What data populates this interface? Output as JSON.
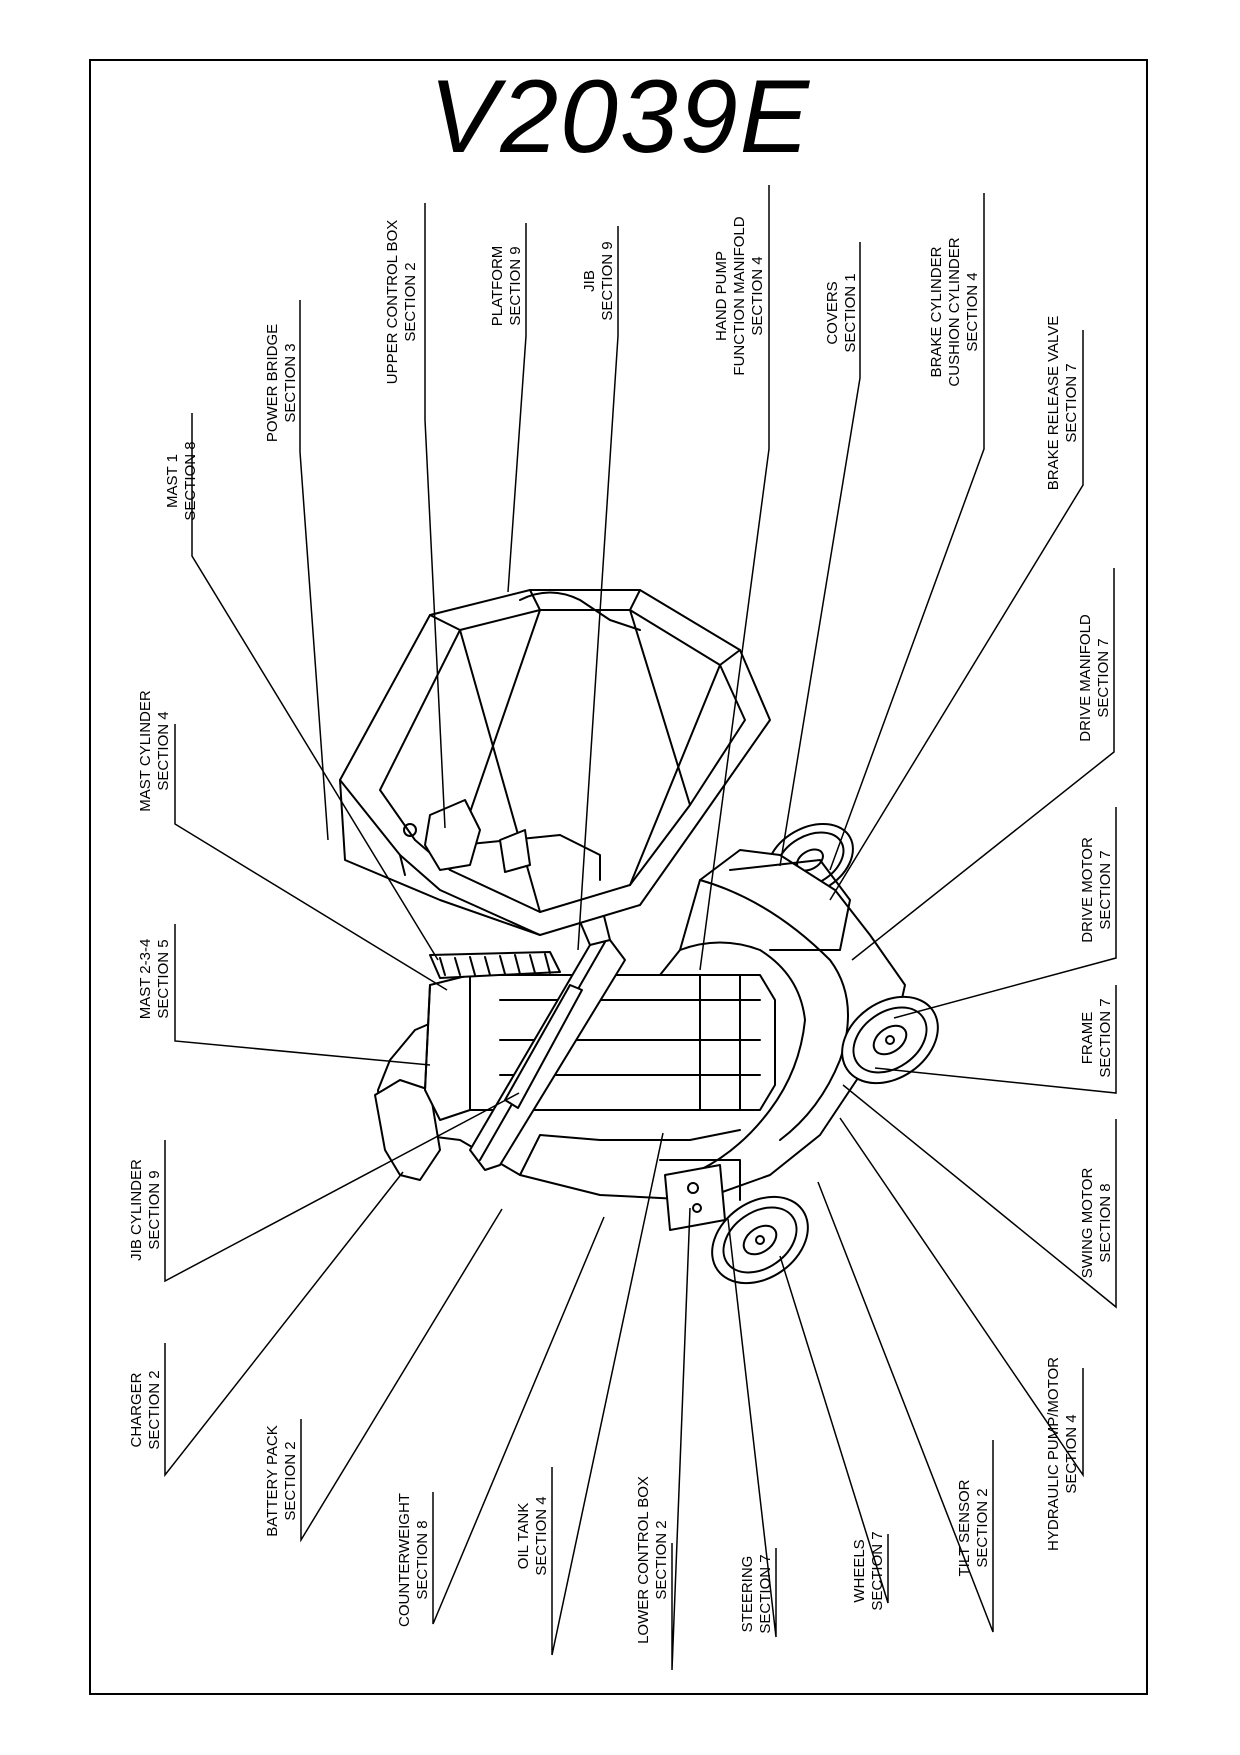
{
  "title": "V2039E",
  "callouts": {
    "mast_1": {
      "name": "MAST 1",
      "section": "SECTION 8"
    },
    "power_bridge": {
      "name": "POWER BRIDGE",
      "section": "SECTION 3"
    },
    "upper_control_box": {
      "name": "UPPER CONTROL BOX",
      "section": "SECTION 2"
    },
    "platform": {
      "name": "PLATFORM",
      "section": "SECTION 9"
    },
    "jib": {
      "name": "JIB",
      "section": "SECTION 9"
    },
    "hand_pump": {
      "name": "HAND PUMP",
      "section": "FUNCTION MANIFOLD",
      "section2": "SECTION 4"
    },
    "covers": {
      "name": "COVERS",
      "section": "SECTION 1"
    },
    "brake_cylinder": {
      "name": "BRAKE CYLINDER",
      "section": "CUSHION CYLINDER",
      "section2": "SECTION 4"
    },
    "brake_release_valve": {
      "name": "BRAKE RELEASE VALVE",
      "section": "SECTION 7"
    },
    "drive_manifold": {
      "name": "DRIVE MANIFOLD",
      "section": "SECTION 7"
    },
    "drive_motor": {
      "name": "DRIVE MOTOR",
      "section": "SECTION 7"
    },
    "frame": {
      "name": "FRAME",
      "section": "SECTION 7"
    },
    "swing_motor": {
      "name": "SWING MOTOR",
      "section": "SECTION 8"
    },
    "mast_cylinder": {
      "name": "MAST CYLINDER",
      "section": "SECTION 4"
    },
    "mast_2_3_4": {
      "name": "MAST 2-3-4",
      "section": "SECTION 5"
    },
    "jib_cylinder": {
      "name": "JIB CYLINDER",
      "section": "SECTION 9"
    },
    "charger": {
      "name": "CHARGER",
      "section": "SECTION 2"
    },
    "battery_pack": {
      "name": "BATTERY PACK",
      "section": "SECTION 2"
    },
    "counterweight": {
      "name": "COUNTERWEIGHT",
      "section": "SECTION 8"
    },
    "oil_tank": {
      "name": "OIL TANK",
      "section": "SECTION 4"
    },
    "lower_control_box": {
      "name": "LOWER CONTROL BOX",
      "section": "SECTION 2"
    },
    "steering": {
      "name": "STEERING",
      "section": "SECTION 7"
    },
    "wheels": {
      "name": "WHEELS",
      "section": "SECTION 7"
    },
    "tilt_sensor": {
      "name": "TILT SENSOR",
      "section": "SECTION 2"
    },
    "hydraulic_pump_motor": {
      "name": "HYDRAULIC PUMP/MOTOR",
      "section": "SECTION 4"
    }
  }
}
